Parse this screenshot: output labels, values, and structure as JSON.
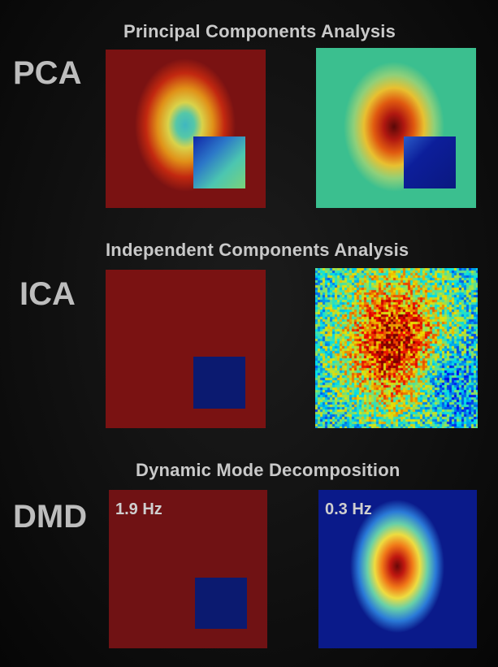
{
  "sections": [
    {
      "id": "pca",
      "label": "PCA",
      "title": "Principal Components Analysis",
      "panels": [
        {
          "name": "pca-mode-1",
          "freq": ""
        },
        {
          "name": "pca-mode-2",
          "freq": ""
        }
      ]
    },
    {
      "id": "ica",
      "label": "ICA",
      "title": "Independent Components Analysis",
      "panels": [
        {
          "name": "ica-mode-1",
          "freq": ""
        },
        {
          "name": "ica-mode-2",
          "freq": ""
        }
      ]
    },
    {
      "id": "dmd",
      "label": "DMD",
      "title": "Dynamic Mode Decomposition",
      "panels": [
        {
          "name": "dmd-mode-1",
          "freq": "1.9 Hz"
        },
        {
          "name": "dmd-mode-2",
          "freq": "0.3 Hz"
        }
      ]
    }
  ],
  "colors": {
    "dark_red": "#7a1212",
    "dark_blue": "#0b1a70",
    "teal": "#3bbf8f",
    "deep_blue": "#0a1a8a"
  }
}
